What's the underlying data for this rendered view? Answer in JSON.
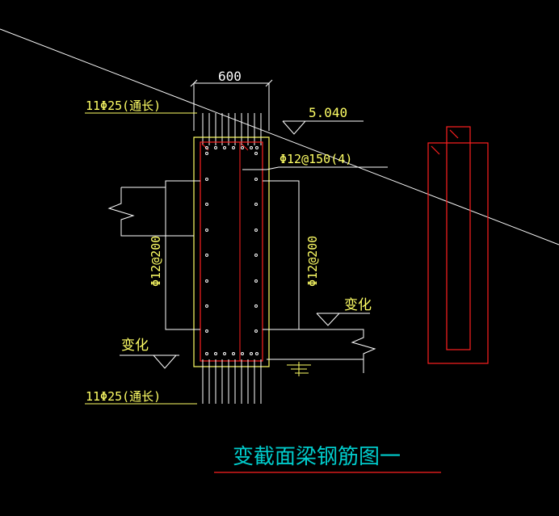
{
  "drawing": {
    "width_dim": "600",
    "top_bars": "11Φ25(通长)",
    "bottom_bars": "11Φ25(通长)",
    "elevation": "5.040",
    "stirrup": "Φ12@150(4)",
    "side_bar_left": "Φ12@200",
    "side_bar_right": "Φ12@200",
    "change_right": "变化",
    "change_left": "变化",
    "title": "变截面梁钢筋图一"
  },
  "colors": {
    "background": "#000000",
    "concrete_outline": "#ffff66",
    "rebar": "#ff2020",
    "dimension": "#ffffff",
    "title": "#00cccc",
    "title_underline": "#ff2020"
  }
}
